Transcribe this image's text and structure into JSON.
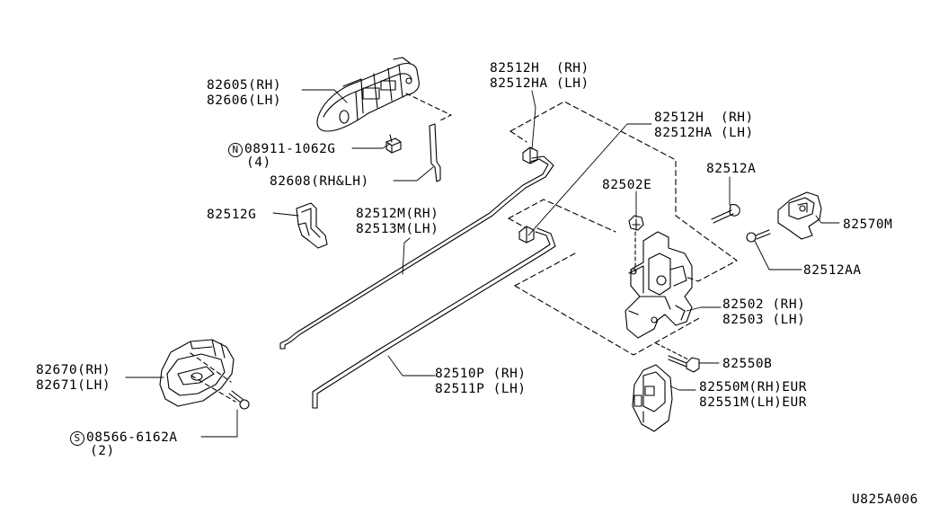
{
  "diagram_code": "U825A006",
  "labels": {
    "p82605": "82605(RH)",
    "p82606": "82606(LH)",
    "p08911_symbol": "N",
    "p08911": "08911-1062G",
    "p08911_qty": "(4)",
    "p82608": "82608(RH&LH)",
    "p82512G": "82512G",
    "p82512H_top_a": "82512H  (RH)",
    "p82512H_top_b": "82512HA (LH)",
    "p82512H_mid_a": "82512H  (RH)",
    "p82512H_mid_b": "82512HA (LH)",
    "p82512M": "82512M(RH)",
    "p82513M": "82513M(LH)",
    "p82502E": "82502E",
    "p82512A": "82512A",
    "p82570M": "82570M",
    "p82512AA": "82512AA",
    "p82502": "82502 (RH)",
    "p82503": "82503 (LH)",
    "p82550B": "82550B",
    "p82550M": "82550M(RH)EUR",
    "p82551M": "82551M(LH)EUR",
    "p82670": "82670(RH)",
    "p82671": "82671(LH)",
    "p82510P": "82510P (RH)",
    "p82511P": "82511P (LH)",
    "p08566_symbol": "S",
    "p08566": "08566-6162A",
    "p08566_qty": "(2)"
  }
}
